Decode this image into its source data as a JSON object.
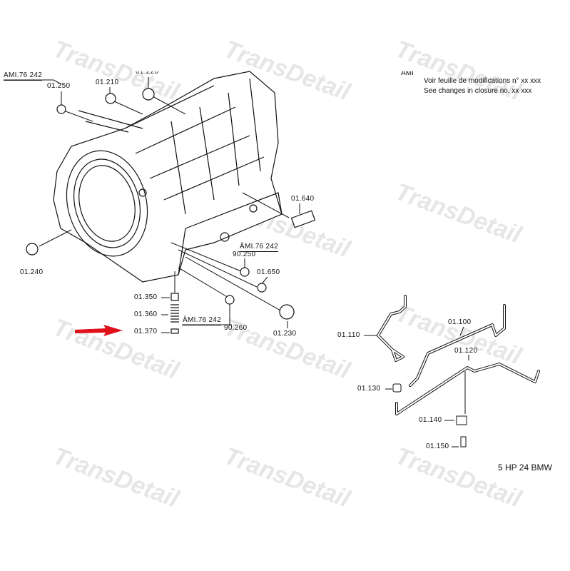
{
  "watermark": "TransDetail",
  "notes": {
    "ami_partial": "AMI",
    "line_fr": "Voir feuille de modifications n° xx xxx",
    "line_en": "See changes in closure no. xx xxx"
  },
  "model": "5 HP 24 BMW",
  "labels": {
    "ami_top": "AMI.76 242",
    "p250": "01.250",
    "p210": "01.210",
    "p220": "01.220",
    "p640": "01.640",
    "ami_mid": "ÄMI.76 242",
    "p90250": "90.250",
    "p650": "01.650",
    "p240": "01.240",
    "p350": "01.350",
    "p360": "01.360",
    "ami_low": "ÄMI.76 242",
    "p370": "01.370",
    "p90260": "90.260",
    "p230": "01.230",
    "p110": "01.110",
    "p100": "01.100",
    "p120": "01.120",
    "p130": "01.130",
    "p140": "01.140",
    "p150": "01.150"
  },
  "colors": {
    "arrow": "#e0101a",
    "line": "#111111",
    "watermark": "#e6e6e6"
  }
}
